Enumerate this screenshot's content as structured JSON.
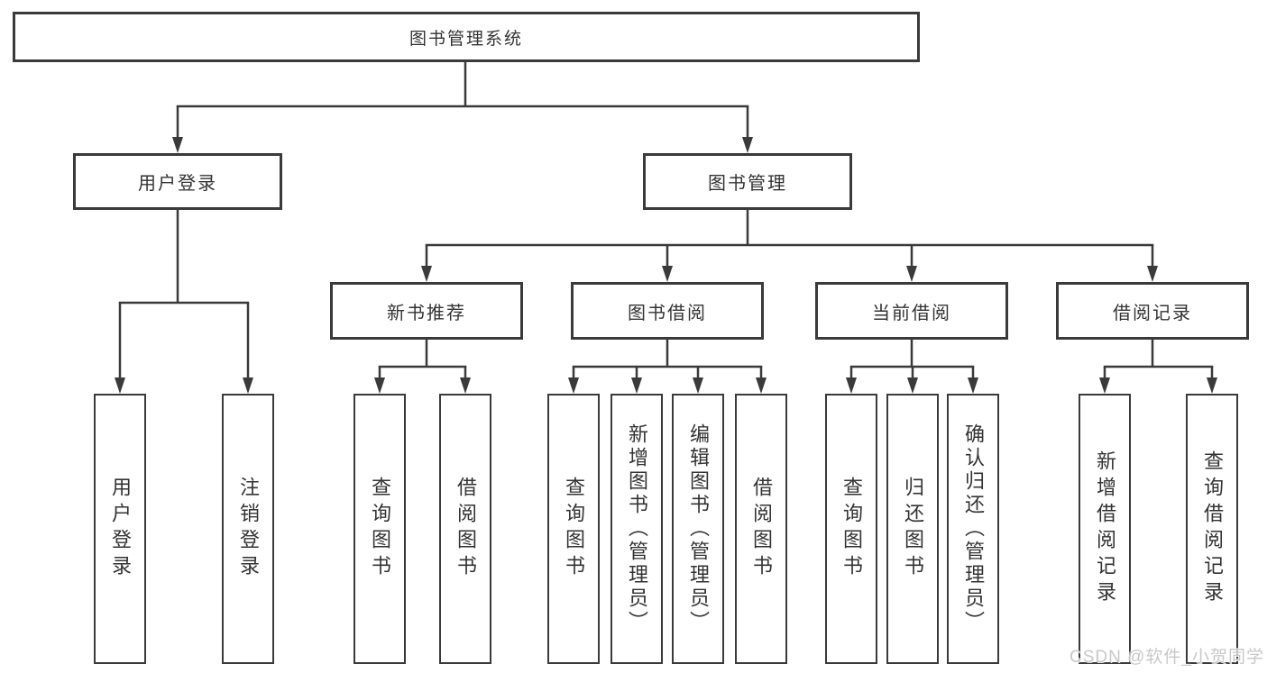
{
  "diagram": {
    "colors": {
      "line": "#3a3a3a",
      "text": "#333333",
      "background": "#ffffff",
      "watermark": "#c8c8c8"
    },
    "tree": {
      "root": "图书管理系统",
      "children": [
        {
          "label": "用户登录",
          "children": [
            {
              "label": "用户登录"
            },
            {
              "label": "注销登录"
            }
          ]
        },
        {
          "label": "图书管理",
          "children": [
            {
              "label": "新书推荐",
              "children": [
                {
                  "label": "查询图书"
                },
                {
                  "label": "借阅图书"
                }
              ]
            },
            {
              "label": "图书借阅",
              "children": [
                {
                  "label": "查询图书"
                },
                {
                  "label": "新增图书（管理员）"
                },
                {
                  "label": "编辑图书（管理员）"
                },
                {
                  "label": "借阅图书"
                }
              ]
            },
            {
              "label": "当前借阅",
              "children": [
                {
                  "label": "查询图书"
                },
                {
                  "label": "归还图书"
                },
                {
                  "label": "确认归还（管理员）"
                }
              ]
            },
            {
              "label": "借阅记录",
              "children": [
                {
                  "label": "新增借阅记录"
                },
                {
                  "label": "查询借阅记录"
                }
              ]
            }
          ]
        }
      ]
    },
    "watermark": "CSDN @软件_小贺同学"
  }
}
